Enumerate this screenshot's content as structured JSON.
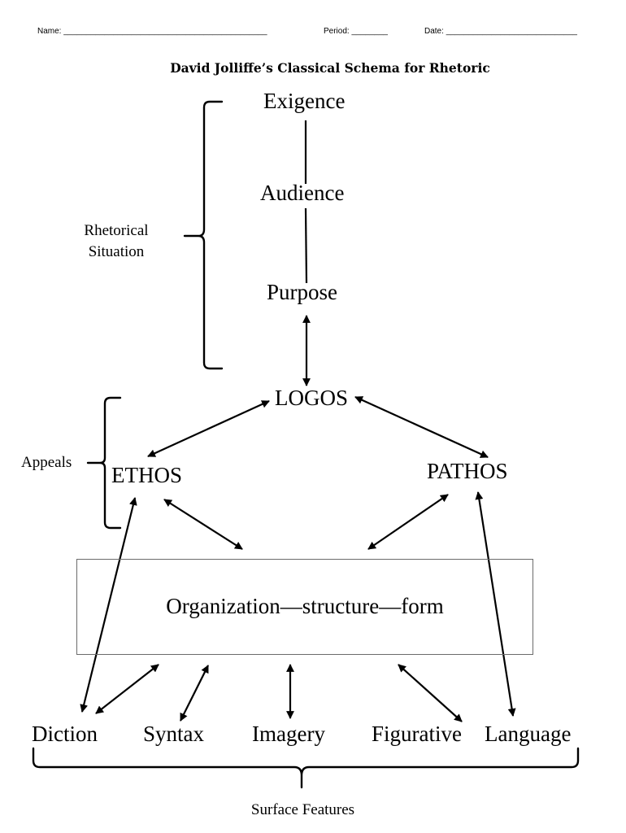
{
  "header": {
    "name_label": "Name:",
    "name_blank": "_____________________________________________",
    "period_label": "Period:",
    "period_blank": "________",
    "date_label": "Date:",
    "date_blank": "_____________________________"
  },
  "title": "David Jolliffe’s Classical Schema for Rhetoric",
  "rhetorical_situation": {
    "label_line1": "Rhetorical",
    "label_line2": "Situation",
    "nodes": [
      "Exigence",
      "Audience",
      "Purpose"
    ]
  },
  "appeals": {
    "label": "Appeals",
    "logos": "LOGOS",
    "ethos": "ETHOS",
    "pathos": "PATHOS"
  },
  "organization_box": "Organization—structure—form",
  "surface_features": {
    "label": "Surface Features",
    "items": [
      "Diction",
      "Syntax",
      "Imagery",
      "Figurative",
      "Language"
    ]
  },
  "connections": [
    {
      "from": "Exigence",
      "to": "Audience",
      "type": "line"
    },
    {
      "from": "Audience",
      "to": "Purpose",
      "type": "line"
    },
    {
      "from": "Purpose",
      "to": "LOGOS",
      "type": "double-arrow"
    },
    {
      "from": "LOGOS",
      "to": "ETHOS",
      "type": "double-arrow"
    },
    {
      "from": "LOGOS",
      "to": "PATHOS",
      "type": "double-arrow"
    },
    {
      "from": "ETHOS",
      "to": "Organization",
      "type": "double-arrow"
    },
    {
      "from": "PATHOS",
      "to": "Organization",
      "type": "double-arrow"
    },
    {
      "from": "ETHOS",
      "to": "Diction",
      "type": "double-arrow"
    },
    {
      "from": "PATHOS",
      "to": "Language",
      "type": "double-arrow"
    },
    {
      "from": "Organization",
      "to": "Diction",
      "type": "double-arrow"
    },
    {
      "from": "Organization",
      "to": "Syntax",
      "type": "double-arrow"
    },
    {
      "from": "Organization",
      "to": "Imagery",
      "type": "double-arrow"
    },
    {
      "from": "Organization",
      "to": "Figurative",
      "type": "double-arrow"
    }
  ]
}
